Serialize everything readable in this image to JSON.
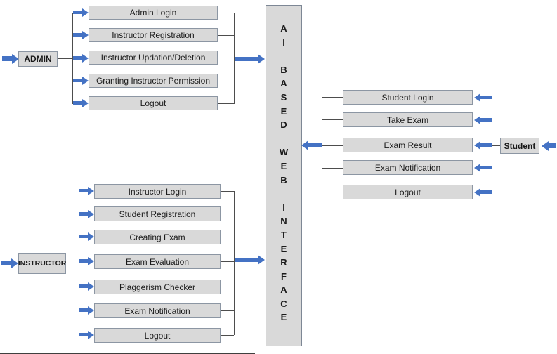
{
  "central_box": {
    "text": "A\nI\n\nB\nA\nS\nE\nD\n\nW\nE\nB\n\nI\nN\nT\nE\nR\nF\nA\nC\nE"
  },
  "admin": {
    "label": "ADMIN",
    "items": [
      "Admin Login",
      "Instructor Registration",
      "Instructor Updation/Deletion",
      "Granting Instructor Permission",
      "Logout"
    ]
  },
  "instructor": {
    "label": "INSTRUCTOR",
    "items": [
      "Instructor Login",
      "Student Registration",
      "Creating Exam",
      "Exam Evaluation",
      "Plaggerism Checker",
      "Exam Notification",
      "Logout"
    ]
  },
  "student": {
    "label": "Student",
    "items": [
      "Student Login",
      "Take Exam",
      "Exam Result",
      "Exam Notification",
      "Logout"
    ]
  },
  "colors": {
    "arrow_blue": "#4472c4",
    "box_fill": "#d9d9d9",
    "box_border": "#8c96a3",
    "connector_line": "#4d4d4d"
  }
}
